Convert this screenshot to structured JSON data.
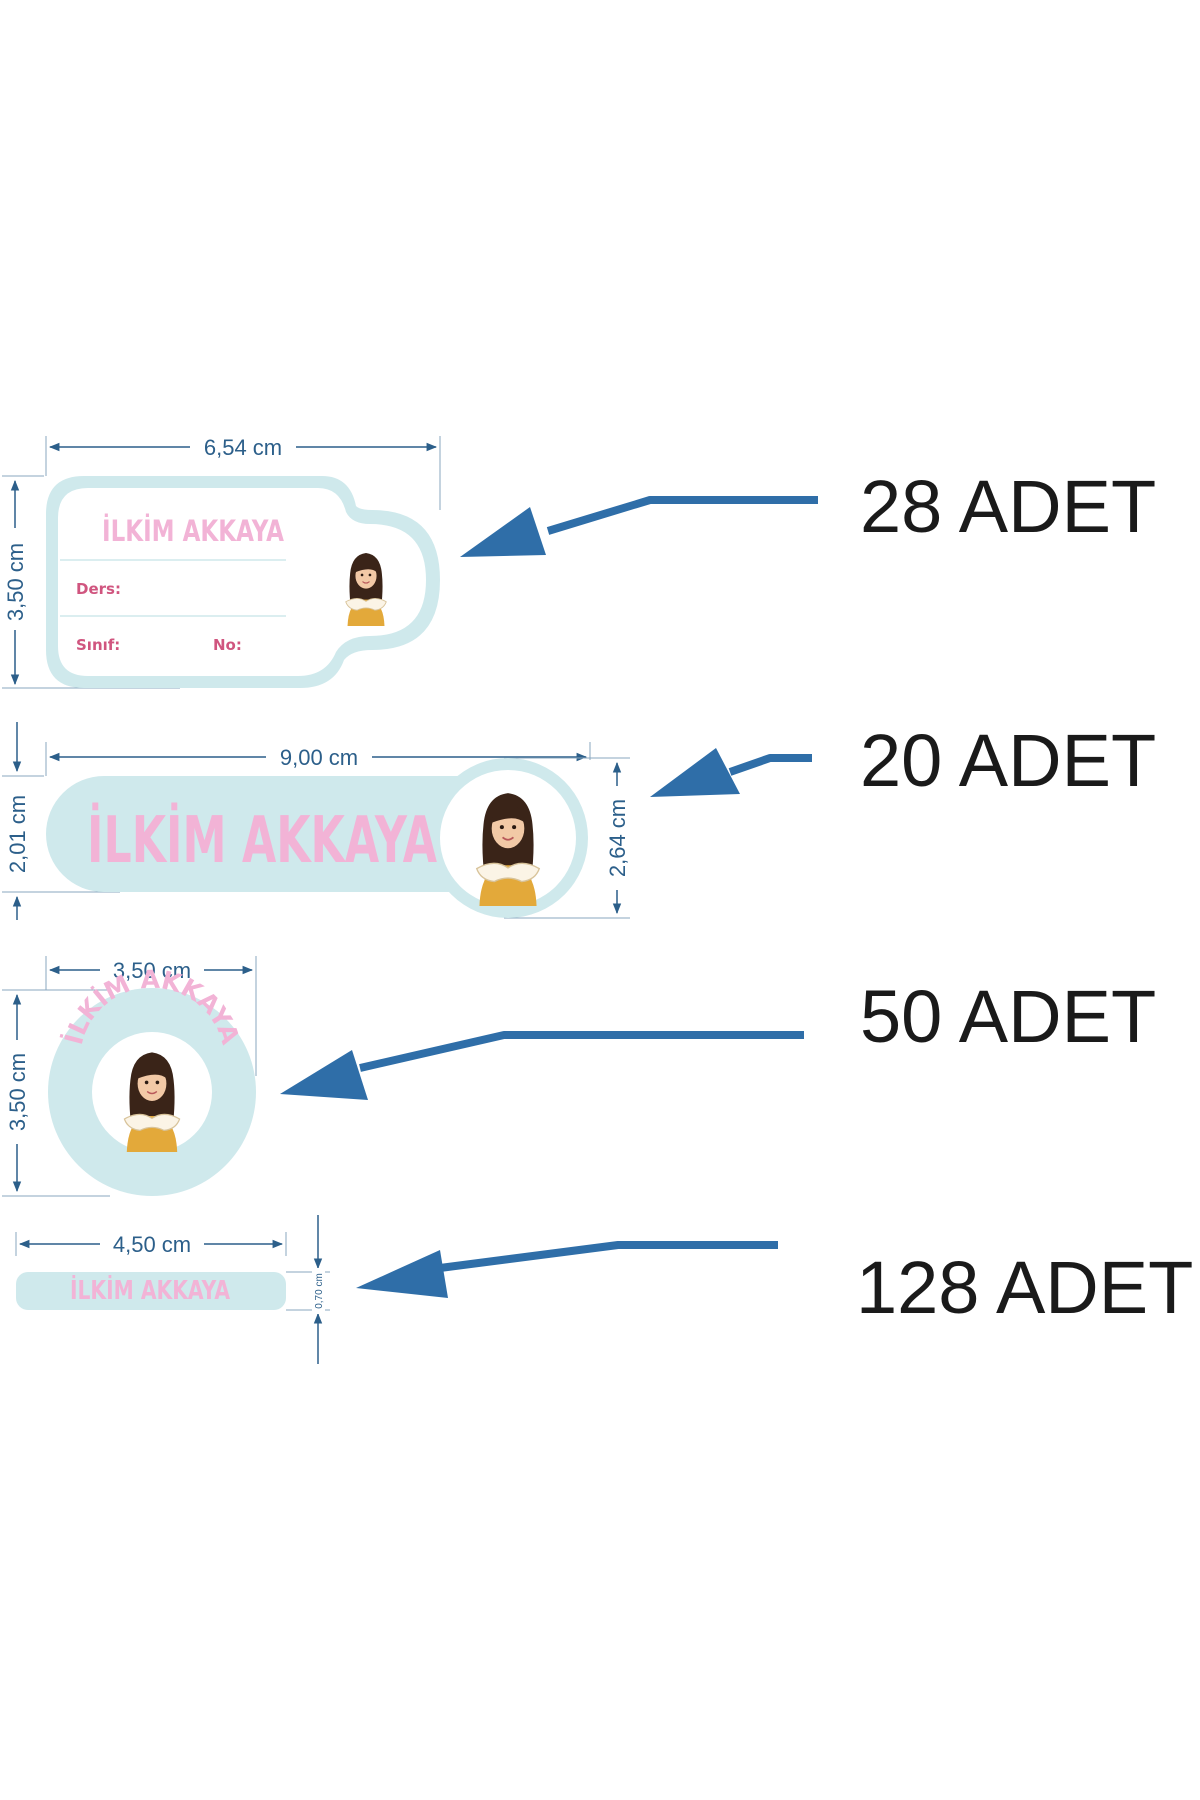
{
  "labels": {
    "name": "İLKİM AKKAYA",
    "field_ders": "Ders:",
    "field_sinif": "Sınıf:",
    "field_no": "No:"
  },
  "stickers": [
    {
      "width_label": "6,54 cm",
      "height_label": "3,50 cm",
      "count": "28 ADET"
    },
    {
      "width_label": "9,00 cm",
      "height_label": "2,01 cm",
      "photo_height_label": "2,64 cm",
      "count": "20 ADET"
    },
    {
      "width_label": "3,50 cm",
      "height_label": "3,50 cm",
      "count": "50 ADET"
    },
    {
      "width_label": "4,50 cm",
      "height_label": "0,70 cm",
      "count": "128 ADET"
    }
  ],
  "colors": {
    "sticker_fill": "#cfe9ec",
    "name_pink": "#f2b3d6",
    "field_pink": "#d0557f",
    "dimension_blue": "#2c5f8a",
    "arrow_blue": "#2f6ea8"
  },
  "icons": [
    "child-photo-icon",
    "arrow-icon"
  ]
}
